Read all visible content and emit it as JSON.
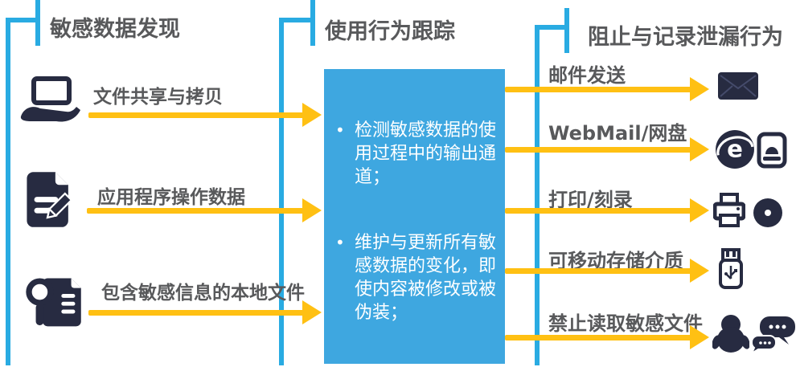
{
  "colors": {
    "accent_blue_lines": "#29ABE2",
    "panel_blue": "#3EA7E0",
    "arrow_yellow": "#FFC013",
    "icon_navy": "#272B41",
    "text_gray": "#58595B"
  },
  "sections": {
    "discovery": {
      "title": "敏感数据发现",
      "items": [
        {
          "label": "文件共享与拷贝",
          "icon": "laptop-share-icon"
        },
        {
          "label": "应用程序操作数据",
          "icon": "document-edit-icon"
        },
        {
          "label": "包含敏感信息的本地文件",
          "icon": "file-search-icon"
        }
      ]
    },
    "tracking": {
      "title": "使用行为跟踪",
      "bullet_marker": "•",
      "bullets": [
        "检测敏感数据的使用过程中的输出通道；",
        "维护与更新所有敏感数据的变化，即使内容被修改或被伪装；"
      ]
    },
    "blocking": {
      "title": "阻止与记录泄漏行为",
      "items": [
        {
          "label": "邮件发送",
          "icons": [
            "envelope-icon"
          ]
        },
        {
          "label": "WebMail/网盘",
          "icons": [
            "ie-browser-icon",
            "disk-drive-icon"
          ]
        },
        {
          "label": "打印/刻录",
          "icons": [
            "printer-icon",
            "cd-disc-icon"
          ]
        },
        {
          "label": "可移动存储介质",
          "icons": [
            "usb-drive-icon"
          ]
        },
        {
          "label": "禁止读取敏感文件",
          "icons": [
            "qq-penguin-icon",
            "chat-bubbles-icon"
          ]
        }
      ]
    }
  }
}
